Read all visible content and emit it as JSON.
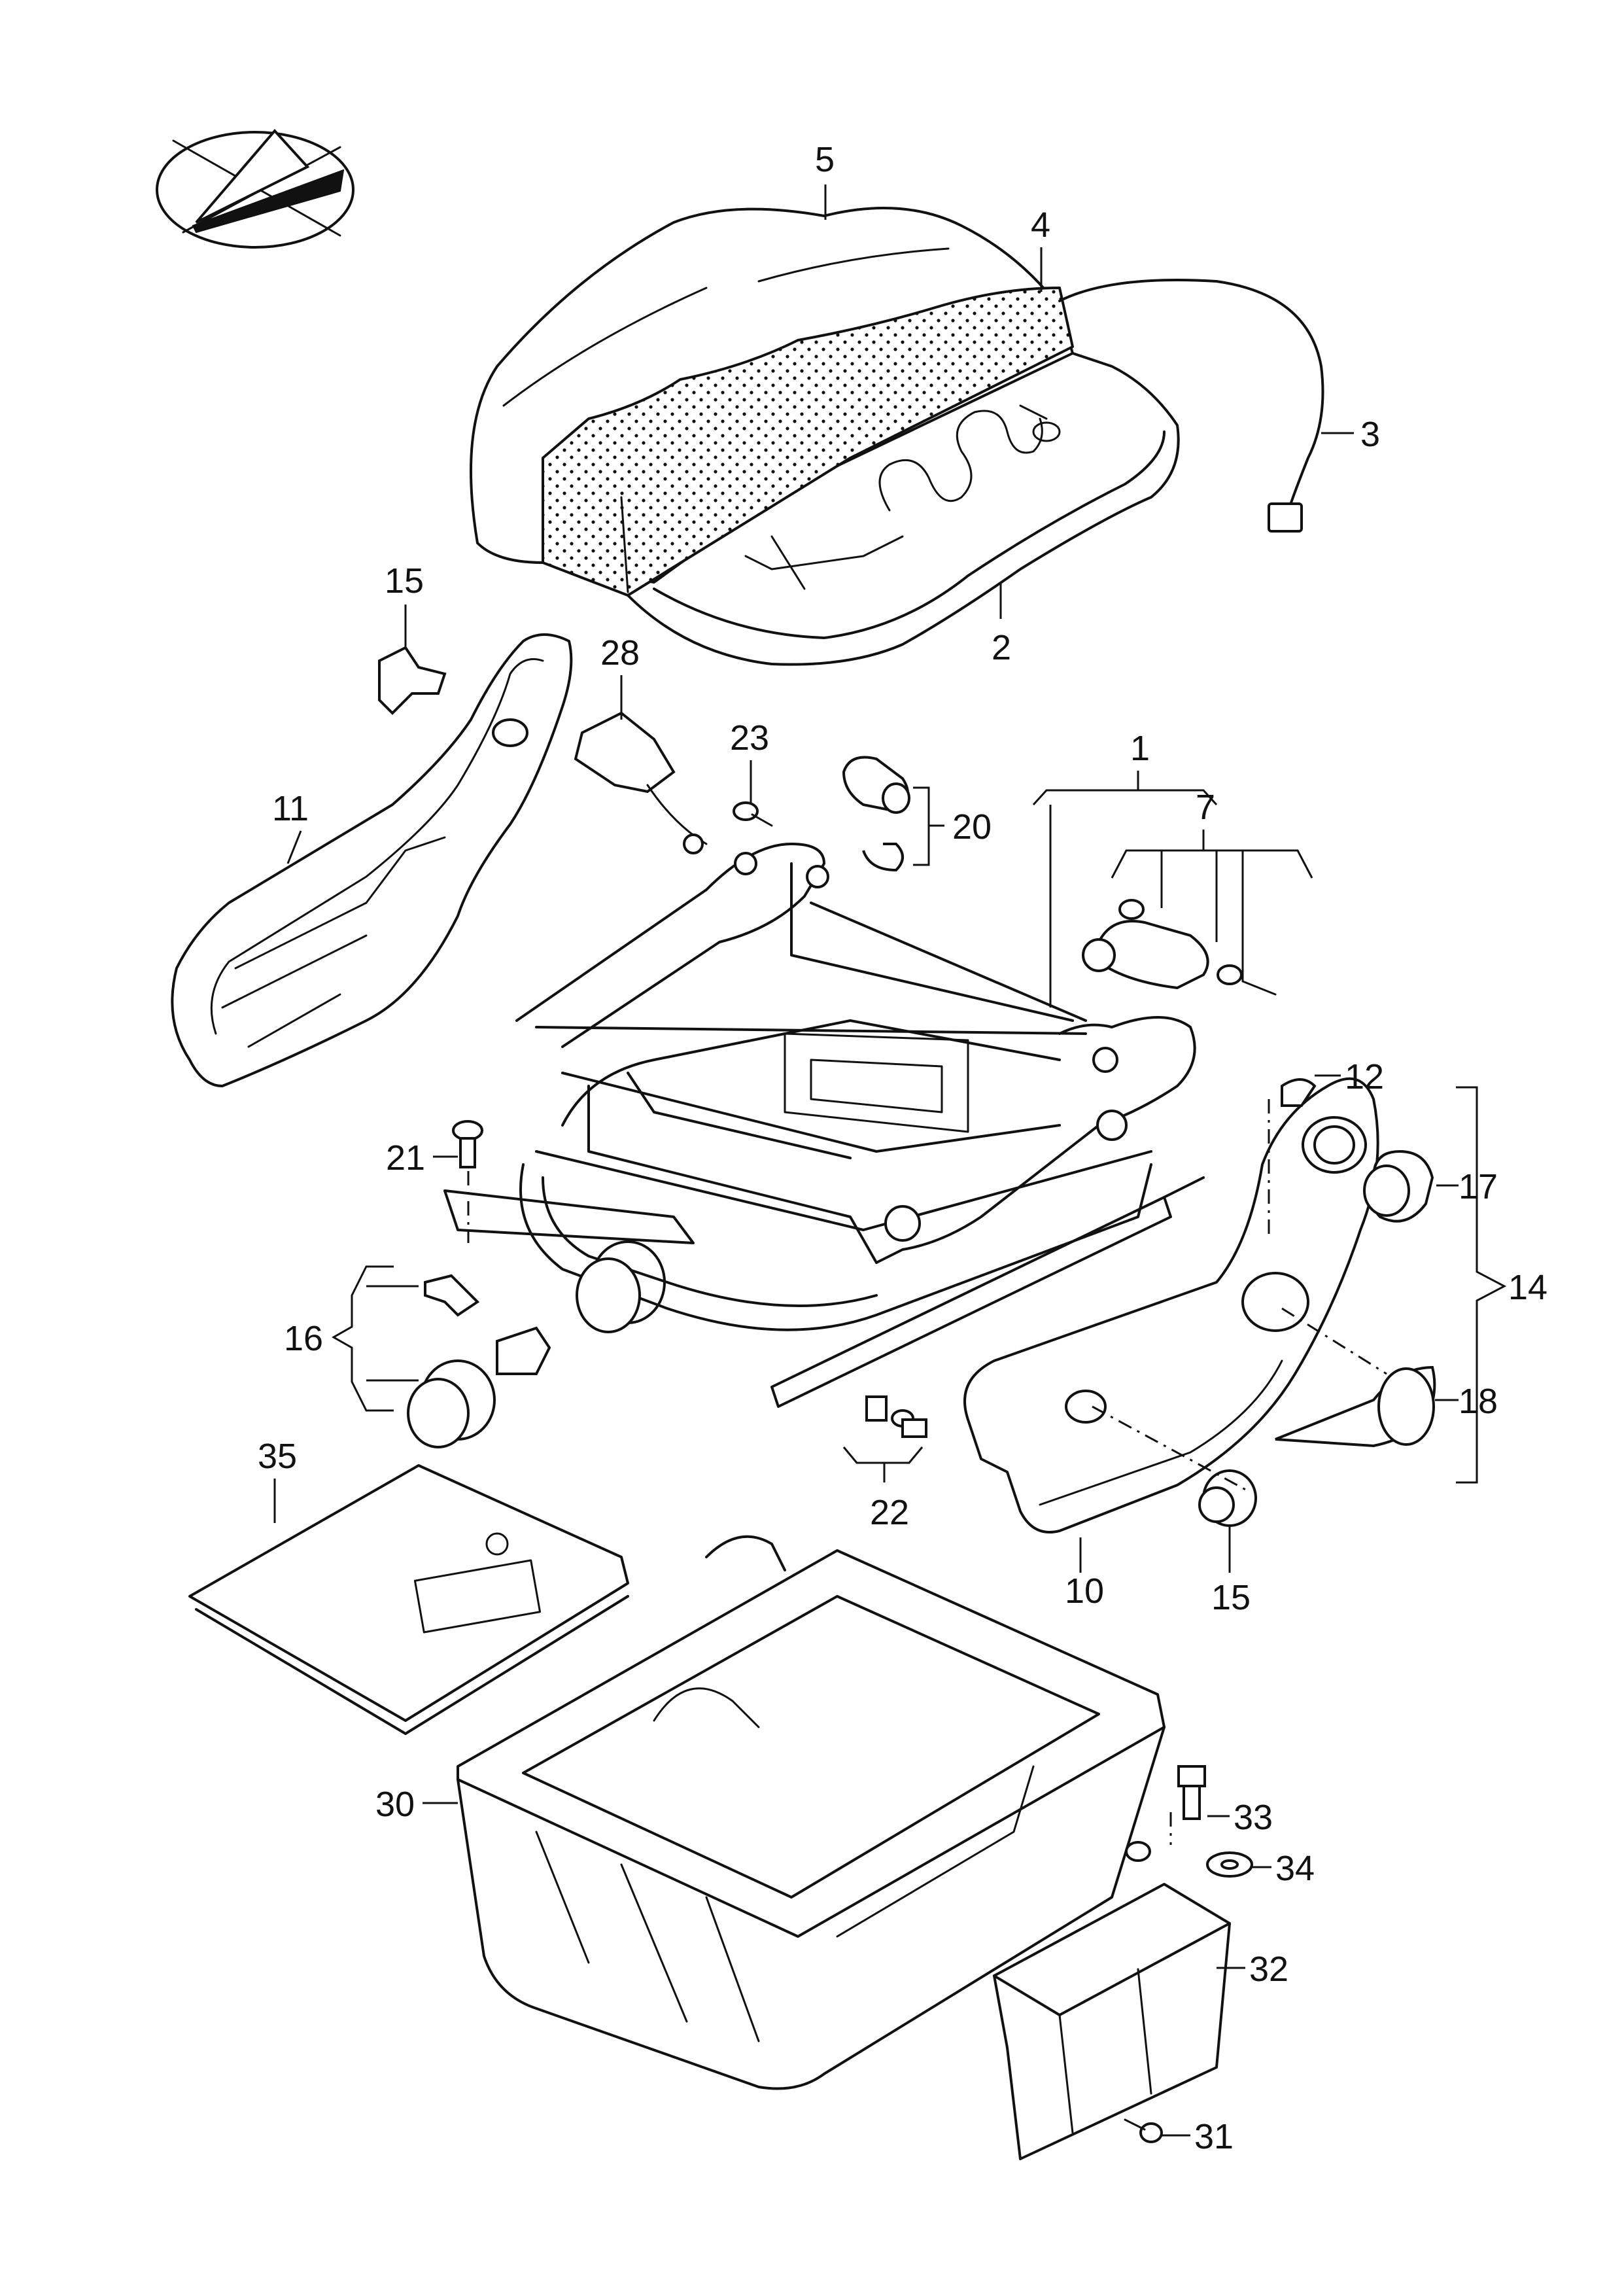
{
  "callouts": {
    "c1": "1",
    "c2": "2",
    "c3": "3",
    "c4": "4",
    "c5": "5",
    "c7": "7",
    "c10": "10",
    "c11": "11",
    "c12": "12",
    "c14": "14",
    "c15a": "15",
    "c15b": "15",
    "c16": "16",
    "c17": "17",
    "c18": "18",
    "c20": "20",
    "c21": "21",
    "c22": "22",
    "c23": "23",
    "c28": "28",
    "c30": "30",
    "c31": "31",
    "c32": "32",
    "c33": "33",
    "c34": "34",
    "c35": "35"
  },
  "icons": {
    "orientation": "orientation-symbol-icon"
  },
  "colors": {
    "ink": "#111111",
    "background": "#ffffff"
  }
}
